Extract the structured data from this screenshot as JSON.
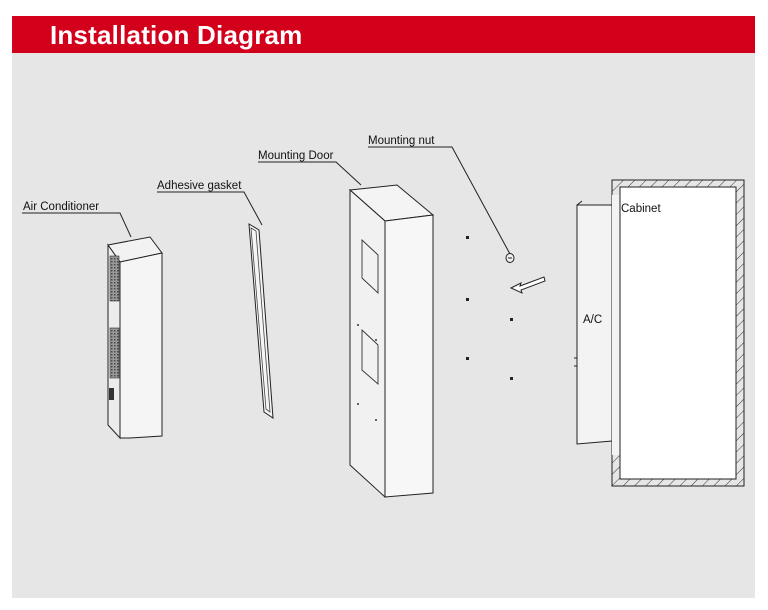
{
  "header": {
    "title": "Installation Diagram"
  },
  "labels": {
    "air_conditioner": "Air Conditioner",
    "adhesive_gasket": "Adhesive gasket",
    "mounting_door": "Mounting Door",
    "mounting_nut": "Mounting nut",
    "cabinet": "Cabinet",
    "ac": "A/C"
  },
  "colors": {
    "brand_red": "#d3001c",
    "background": "#e6e6e6",
    "header_text": "#ffffff"
  }
}
